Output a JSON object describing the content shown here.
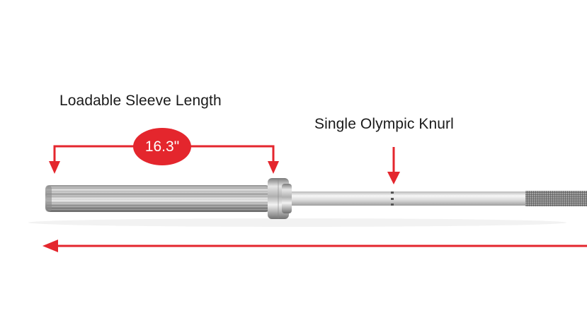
{
  "labels": {
    "sleeve_length": "Loadable Sleeve Length",
    "sleeve_value": "16.3\"",
    "knurl": "Single Olympic Knurl"
  },
  "colors": {
    "accent_red": "#e4262d",
    "text": "#1a1a1a",
    "background": "#ffffff"
  }
}
